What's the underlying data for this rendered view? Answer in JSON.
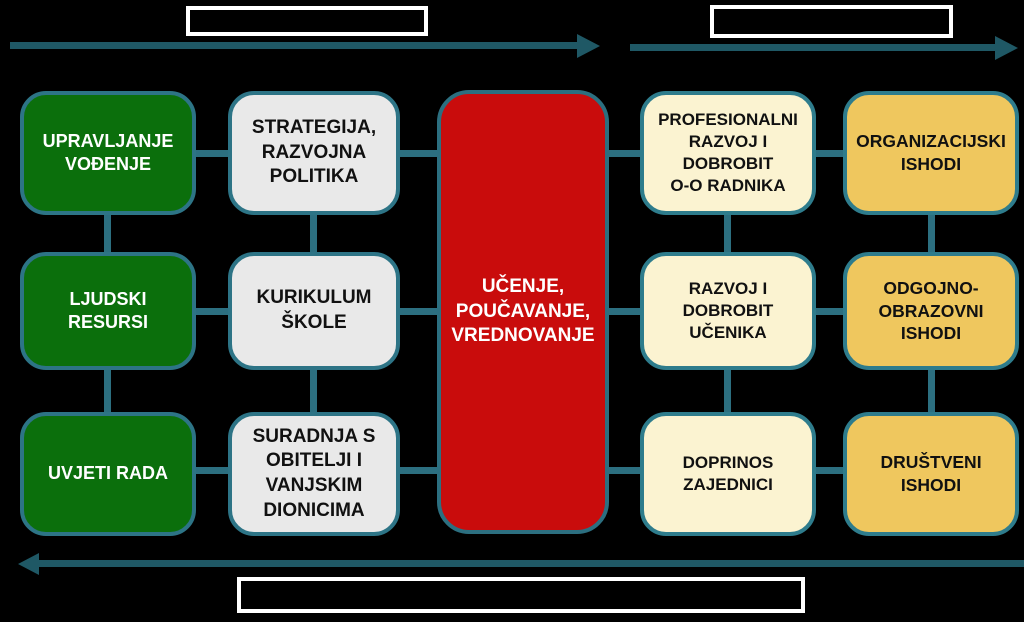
{
  "page": {
    "background": "#000000"
  },
  "colors": {
    "arrow": "#1F5865",
    "connector": "#2C6F80",
    "box_border_teal": "#2E7C8C",
    "green_fill": "#0B6F0C",
    "gray_fill": "#E9E9E9",
    "red_fill": "#C90C0C",
    "cream_fill": "#FBF3D1",
    "gold_fill": "#EFC75E",
    "label_box_border": "#FFFFFF"
  },
  "labels": {
    "top_left": "",
    "top_right": "",
    "bottom": ""
  },
  "boxes": [
    {
      "id": "upravljanje-vodenje",
      "label": "UPRAVLJANJE\nVOĐENJE"
    },
    {
      "id": "ljudski-resursi",
      "label": "LJUDSKI\nRESURSI"
    },
    {
      "id": "uvjeti-rada",
      "label": "UVJETI RADA"
    },
    {
      "id": "strategija-razvojna-politika",
      "label": "STRATEGIJA,\nRAZVOJNA\nPOLITIKA"
    },
    {
      "id": "kurikulum-skole",
      "label": "KURIKULUM\nŠKOLE"
    },
    {
      "id": "suradnja-s-obitelji",
      "label": "SURADNJA S\nOBITELJI I\nVANJSKIM\nDIONICIMA"
    },
    {
      "id": "ucenje-poucavanje-vrednovanje",
      "label": "UČENJE,\nPOUČAVANJE,\nVREDNOVANJE"
    },
    {
      "id": "profesionalni-razvoj",
      "label": "PROFESIONALNI\nRAZVOJ I\nDOBROBIT\nO-O RADNIKA"
    },
    {
      "id": "razvoj-dobrobit-ucenika",
      "label": "RAZVOJ I\nDOBROBIT\nUČENIKA"
    },
    {
      "id": "doprinos-zajednici",
      "label": "DOPRINOS\nZAJEDNICI"
    },
    {
      "id": "organizacijski-ishodi",
      "label": "ORGANIZACIJSKI\nISHODI"
    },
    {
      "id": "odgojno-obrazovni-ishodi",
      "label": "ODGOJNO-\nOBRAZOVNI\nISHODI"
    },
    {
      "id": "drustveni-ishodi",
      "label": "DRUŠTVENI\nISHODI"
    }
  ]
}
